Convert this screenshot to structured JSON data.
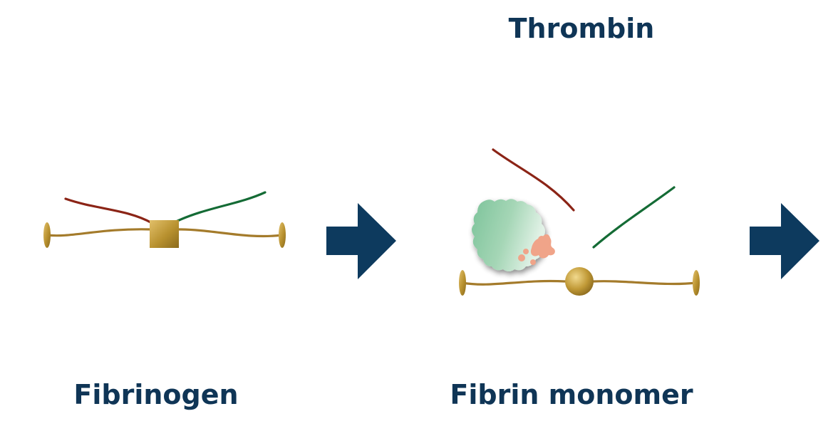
{
  "labels": {
    "thrombin": "Thrombin",
    "fibrinogen": "Fibrinogen",
    "fibrin_monomer": "Fibrin monomer"
  },
  "colors": {
    "label_text": "#0f3556",
    "arrow": "#0d3a5e",
    "backbone": "#a47b2b",
    "knob_gold": "#b8912f",
    "fibrinopeptide_a": "#8b2416",
    "fibrinopeptide_b": "#146b35",
    "thrombin_body": "#9fd2b0",
    "thrombin_active_site": "#f0a489"
  }
}
